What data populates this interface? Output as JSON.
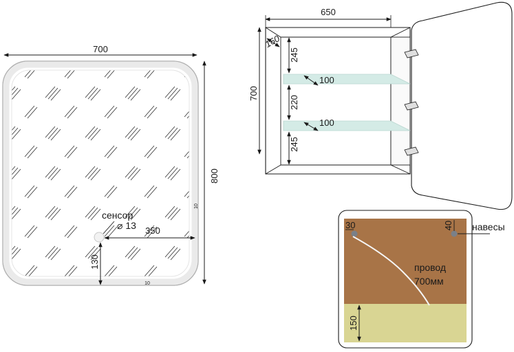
{
  "mirror_front": {
    "width_dim": "700",
    "height_dim": "800",
    "sensor_label": "сенсор",
    "sensor_diameter": "⌀ 13",
    "sensor_offset_x": "350",
    "sensor_offset_y": "130",
    "led_inset_side": "10",
    "led_inset_bottom": "10"
  },
  "cabinet_section": {
    "width_dim": "650",
    "depth_dim": "160",
    "height_dim": "700",
    "gap_top": "245",
    "gap_middle": "220",
    "gap_bottom": "245",
    "shelf_1_depth": "100",
    "shelf_2_depth": "100"
  },
  "back_view": {
    "hinge_left_offset": "30",
    "hinge_right_offset": "40",
    "hinges_label": "навесы",
    "wire_label_line1": "провод",
    "wire_label_line2": "700мм",
    "bottom_panel_dim": "150"
  },
  "colors": {
    "line": "#1a1a1a",
    "frame_border": "#b0b0b0",
    "glass_glow": "#eaeaea",
    "hatch": "#333333",
    "shelf": "#d4ebe6",
    "back_wood": "#a87447",
    "back_panel": "#d9d593",
    "hinge": "#7a8088"
  }
}
